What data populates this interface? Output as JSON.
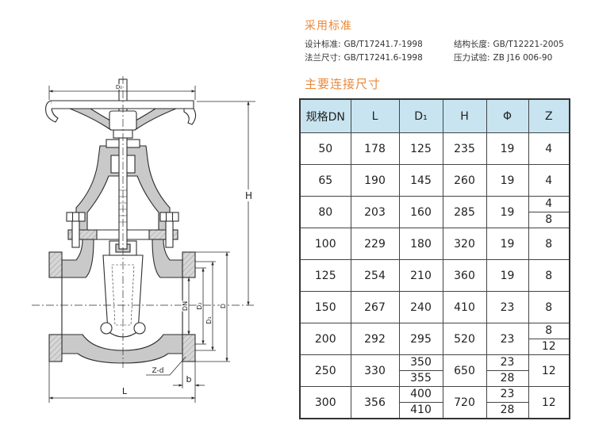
{
  "standards": {
    "title": "采用标准",
    "items": [
      {
        "label": "设计标准:",
        "value": "GB/T17241.7-1998"
      },
      {
        "label": "结构长度:",
        "value": "GB/T12221-2005"
      },
      {
        "label": "法兰尺寸:",
        "value": "GB/T17241.6-1998"
      },
      {
        "label": "压力试验:",
        "value": "ZB J16 006-90"
      }
    ]
  },
  "dimensions": {
    "title": "主要连接尺寸",
    "headers": [
      "规格DN",
      "L",
      "D₁",
      "H",
      "Φ",
      "Z"
    ],
    "rows": [
      [
        "50",
        "178",
        "125",
        "235",
        "19",
        "4"
      ],
      [
        "65",
        "190",
        "145",
        "260",
        "19",
        "4"
      ],
      [
        "80",
        "203",
        "160",
        "285",
        "19",
        [
          "4",
          "8"
        ]
      ],
      [
        "100",
        "229",
        "180",
        "320",
        "19",
        "8"
      ],
      [
        "125",
        "254",
        "210",
        "360",
        "19",
        "8"
      ],
      [
        "150",
        "267",
        "240",
        "410",
        "23",
        "8"
      ],
      [
        "200",
        "292",
        "295",
        "520",
        "23",
        [
          "8",
          "12"
        ]
      ],
      [
        "250",
        "330",
        [
          "350",
          "355"
        ],
        "650",
        [
          "23",
          "28"
        ],
        "12"
      ],
      [
        "300",
        "356",
        [
          "400",
          "410"
        ],
        "720",
        [
          "23",
          "28"
        ],
        "12"
      ]
    ]
  },
  "drawing": {
    "labels": {
      "d0": "D₀",
      "h": "H",
      "dn": "DN",
      "d2": "D₂",
      "d1": "D₁",
      "d": "D",
      "zd": "Z-d",
      "b": "b",
      "l": "L"
    }
  },
  "colors": {
    "accent": "#e98a3c",
    "table_header_bg": "#c7e4f0",
    "line": "#2d2d2d"
  }
}
